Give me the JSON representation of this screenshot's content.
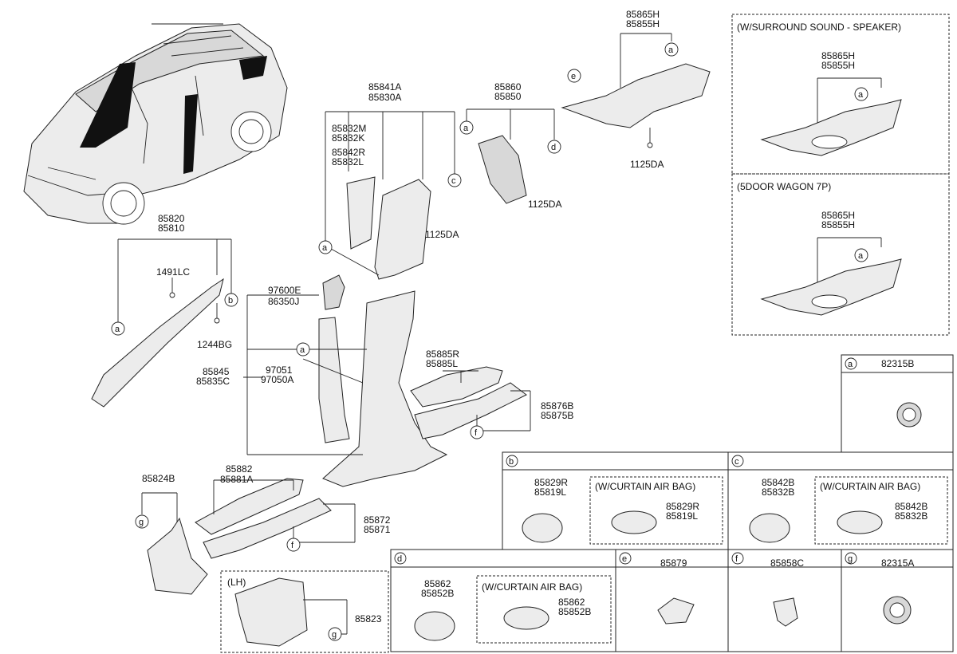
{
  "parts": {
    "p85865H_85855H_top": [
      "85865H",
      "85855H"
    ],
    "p1125DA_right": "1125DA",
    "p85860_85850": [
      "85860",
      "85850"
    ],
    "p1125DA_mid": "1125DA",
    "p85841A_85830A": [
      "85841A",
      "85830A"
    ],
    "p85832M_85832K": [
      "85832M",
      "85832K"
    ],
    "p85842R_85832L": [
      "85842R",
      "85832L"
    ],
    "p1125DA_left": "1125DA",
    "p85820_85810": [
      "85820",
      "85810"
    ],
    "p1491LC": "1491LC",
    "p1244BG": "1244BG",
    "p97600E_86350J": [
      "97600E",
      "86350J"
    ],
    "p85845_85835C": [
      "85845",
      "85835C"
    ],
    "p97051_97050A": [
      "97051",
      "97050A"
    ],
    "p85885R_85885L": [
      "85885R",
      "85885L"
    ],
    "p85876B_85875B": [
      "85876B",
      "85875B"
    ],
    "p85824B": "85824B",
    "p85882_85881A": [
      "85882",
      "85881A"
    ],
    "p85872_85871": [
      "85872",
      "85871"
    ],
    "p85823": "85823"
  },
  "variants": {
    "surround": {
      "title": "(W/SURROUND SOUND - SPEAKER)",
      "parts": [
        "85865H",
        "85855H"
      ]
    },
    "wagon": {
      "title": "(5DOOR WAGON 7P)",
      "parts": [
        "85865H",
        "85855H"
      ]
    },
    "lh": {
      "title": "(LH)"
    }
  },
  "legend": {
    "a": {
      "letter": "a",
      "part": "82315B"
    },
    "b": {
      "letter": "b",
      "parts": [
        "85829R",
        "85819L"
      ],
      "curtain_title": "(W/CURTAIN AIR BAG)",
      "curtain_parts": [
        "85829R",
        "85819L"
      ]
    },
    "c": {
      "letter": "c",
      "parts": [
        "85842B",
        "85832B"
      ],
      "curtain_title": "(W/CURTAIN AIR BAG)",
      "curtain_parts": [
        "85842B",
        "85832B"
      ]
    },
    "d": {
      "letter": "d",
      "parts": [
        "85862",
        "85852B"
      ],
      "curtain_title": "(W/CURTAIN AIR BAG)",
      "curtain_parts": [
        "85862",
        "85852B"
      ]
    },
    "e": {
      "letter": "e",
      "part": "85879"
    },
    "f": {
      "letter": "f",
      "part": "85858C"
    },
    "g": {
      "letter": "g",
      "part": "82315A"
    }
  },
  "callouts": [
    "a",
    "b",
    "c",
    "d",
    "e",
    "f",
    "g"
  ]
}
